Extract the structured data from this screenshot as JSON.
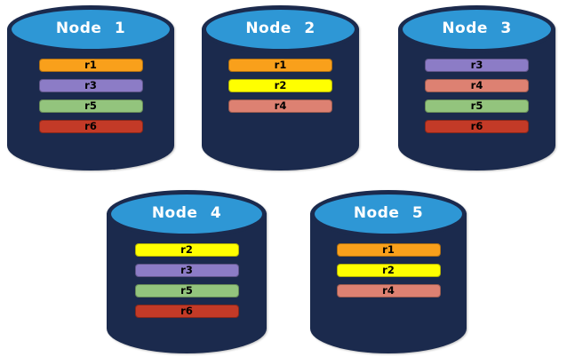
{
  "colors": {
    "cylinder_body": "#1B2A4D",
    "cylinder_top": "#2E97D5",
    "node_label_text": "#FFFFFF",
    "bar_text": "#000000",
    "background": "#FFFFFF"
  },
  "nodes": [
    {
      "label": "Node 1",
      "replicas": [
        {
          "label": "r1",
          "color": "#F9A01B"
        },
        {
          "label": "r3",
          "color": "#8C7CC6"
        },
        {
          "label": "r5",
          "color": "#93C47D"
        },
        {
          "label": "r6",
          "color": "#C33A27"
        }
      ]
    },
    {
      "label": "Node 2",
      "replicas": [
        {
          "label": "r1",
          "color": "#F9A01B"
        },
        {
          "label": "r2",
          "color": "#FFFF00"
        },
        {
          "label": "r4",
          "color": "#DD8172"
        }
      ]
    },
    {
      "label": "Node 3",
      "replicas": [
        {
          "label": "r3",
          "color": "#8C7CC6"
        },
        {
          "label": "r4",
          "color": "#DD8172"
        },
        {
          "label": "r5",
          "color": "#93C47D"
        },
        {
          "label": "r6",
          "color": "#C33A27"
        }
      ]
    },
    {
      "label": "Node 4",
      "replicas": [
        {
          "label": "r2",
          "color": "#FFFF00"
        },
        {
          "label": "r3",
          "color": "#8C7CC6"
        },
        {
          "label": "r5",
          "color": "#93C47D"
        },
        {
          "label": "r6",
          "color": "#C33A27"
        }
      ]
    },
    {
      "label": "Node 5",
      "replicas": [
        {
          "label": "r1",
          "color": "#F9A01B"
        },
        {
          "label": "r2",
          "color": "#FFFF00"
        },
        {
          "label": "r4",
          "color": "#DD8172"
        }
      ]
    }
  ]
}
